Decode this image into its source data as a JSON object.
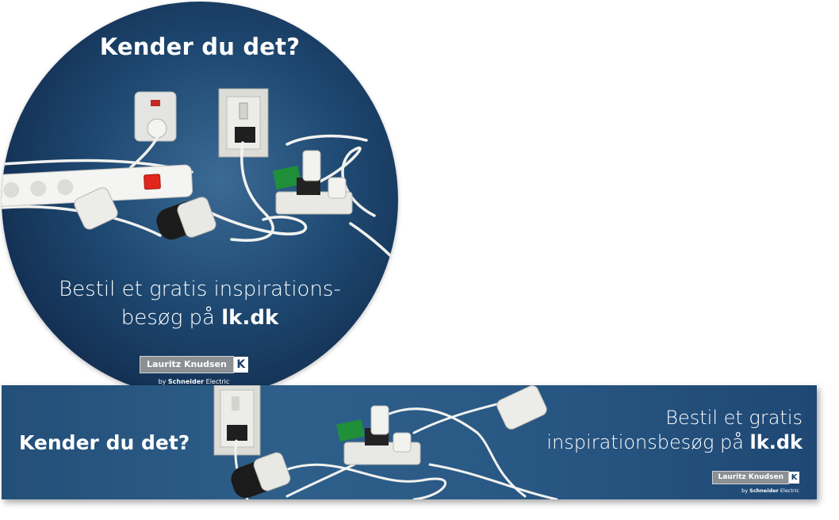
{
  "circle_ad": {
    "headline": "Kender du det?",
    "body_line1": "Bestil et gratis inspirations-",
    "body_line2_prefix": "besøg på ",
    "body_link": "lk.dk"
  },
  "banner_ad": {
    "headline": "Kender du det?",
    "body_line1": "Bestil et gratis",
    "body_line2_prefix": "inspirationsbesøg på ",
    "body_link": "lk.dk"
  },
  "brand": {
    "name": "Lauritz Knudsen",
    "mark": "K",
    "by_prefix": "by ",
    "parent_bold": "Schneider",
    "parent_rest": " Electric"
  },
  "colors": {
    "navy": "#1f4a73",
    "brand_gray": "#8c8f93",
    "switch_red": "#e3261b",
    "plug_green": "#1f8f3a"
  }
}
